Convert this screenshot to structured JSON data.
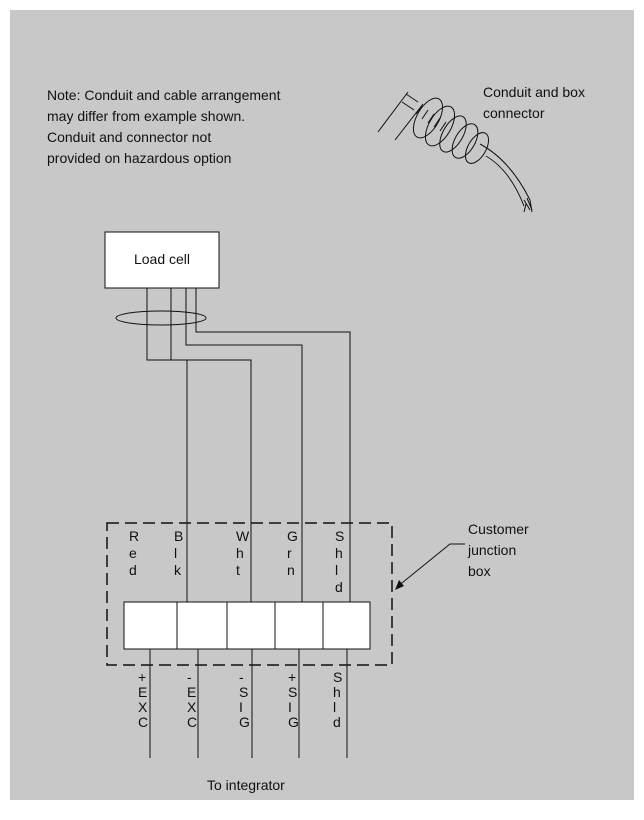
{
  "note": {
    "lines": [
      "Note: Conduit and cable arrangement",
      "may differ from example shown.",
      "Conduit and connector not",
      "provided on hazardous option"
    ]
  },
  "connector_label": {
    "lines": [
      "Conduit and box",
      "connector"
    ]
  },
  "load_cell": {
    "label": "Load cell"
  },
  "wires": [
    {
      "color_label": "Red",
      "terminal_label": "+EXC"
    },
    {
      "color_label": "Blk",
      "terminal_label": "-EXC"
    },
    {
      "color_label": "Wht",
      "terminal_label": "-SIG"
    },
    {
      "color_label": "Grn",
      "terminal_label": "+SIG"
    },
    {
      "color_label": "Shld",
      "terminal_label": "Shld"
    }
  ],
  "junction_box": {
    "lines": [
      "Customer",
      "junction",
      "box"
    ]
  },
  "destination": {
    "label": "To integrator"
  }
}
